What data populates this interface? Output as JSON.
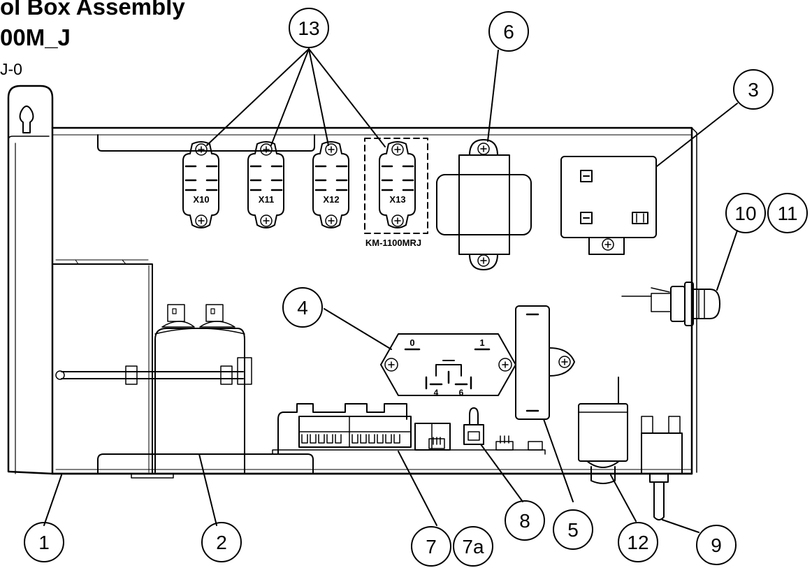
{
  "title": {
    "line1": "ol Box Assembly",
    "line2": "00M_J",
    "line3": "J-0"
  },
  "relay_labels": [
    "X10",
    "X11",
    "X12",
    "X13"
  ],
  "option_label": "KM-1100MRJ",
  "switch_labels": {
    "left": "0",
    "right": "1",
    "bottom_left": "4",
    "bottom_right": "6"
  },
  "callouts": {
    "c13": "13",
    "c6": "6",
    "c3": "3",
    "c10": "10",
    "c11": "11",
    "c4": "4",
    "c1": "1",
    "c2": "2",
    "c7": "7",
    "c7a": "7a",
    "c8": "8",
    "c5": "5",
    "c12": "12",
    "c9": "9"
  }
}
